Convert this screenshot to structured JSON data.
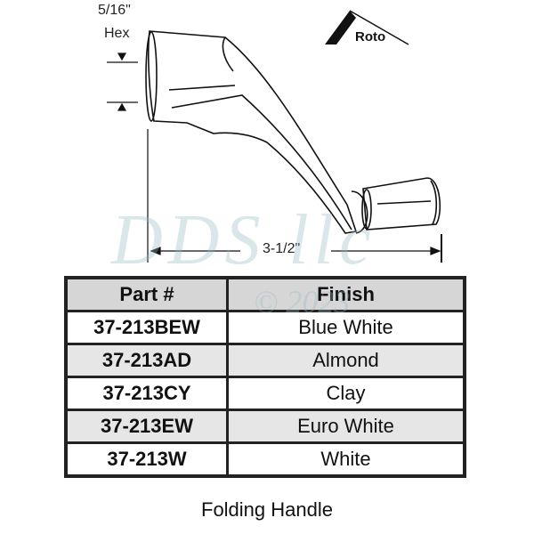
{
  "brand": {
    "logo_text": "Roto"
  },
  "diagram": {
    "hex_size": "5/16\"",
    "hex_label": "Hex",
    "length": "3-1/2\""
  },
  "watermark": {
    "text": "DDS llc",
    "copyright": "© 2023"
  },
  "table": {
    "headers": [
      "Part #",
      "Finish"
    ],
    "rows": [
      {
        "part": "37-213BEW",
        "finish": "Blue White"
      },
      {
        "part": "37-213AD",
        "finish": "Almond"
      },
      {
        "part": "37-213CY",
        "finish": "Clay"
      },
      {
        "part": "37-213EW",
        "finish": "Euro White"
      },
      {
        "part": "37-213W",
        "finish": "White"
      }
    ]
  },
  "caption": "Folding Handle"
}
